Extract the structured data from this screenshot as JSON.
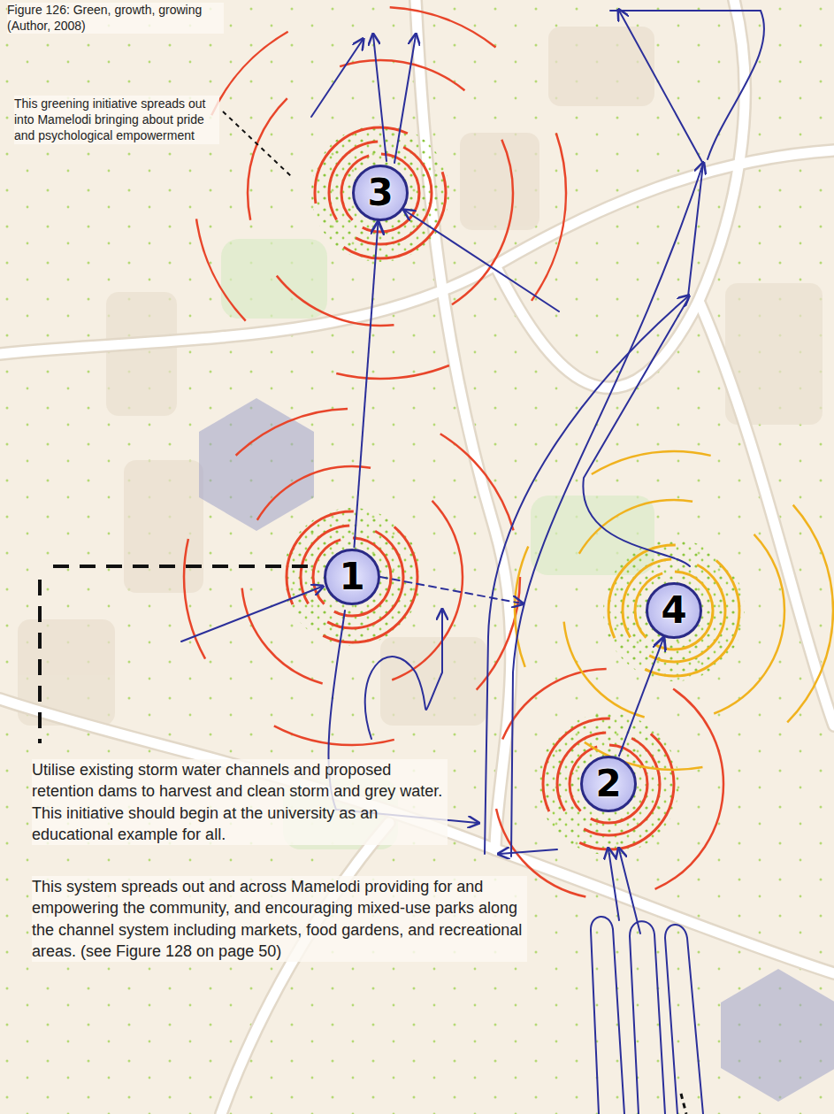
{
  "diagram": {
    "caption": "Figure 126: Green, growth, growing (Author, 2008)",
    "nodes": [
      {
        "text": [
          "3"
        ]
      },
      {
        "text": [
          "1"
        ]
      },
      {
        "text": [
          "4"
        ]
      },
      {
        "text": [
          "2"
        ]
      }
    ],
    "edges": [
      {
        "from": 1,
        "to": 0,
        "arrow": "to"
      },
      {
        "from": 3,
        "to": 2,
        "arrow": "to"
      }
    ],
    "labels": [
      "This greening initiative spreads out into Mamelodi bringing about pride and psychological empowerment",
      "Utilise existing storm water channels and proposed retention dams to harvest and clean storm and grey water. This initiative should begin at the university as an educational example for all.",
      "This system spreads out and across Mamelodi providing for and empowering the community, and encouraging mixed-use parks along the channel system including markets, food gardens, and recreational areas. (see Figure 128 on page 50)"
    ]
  }
}
